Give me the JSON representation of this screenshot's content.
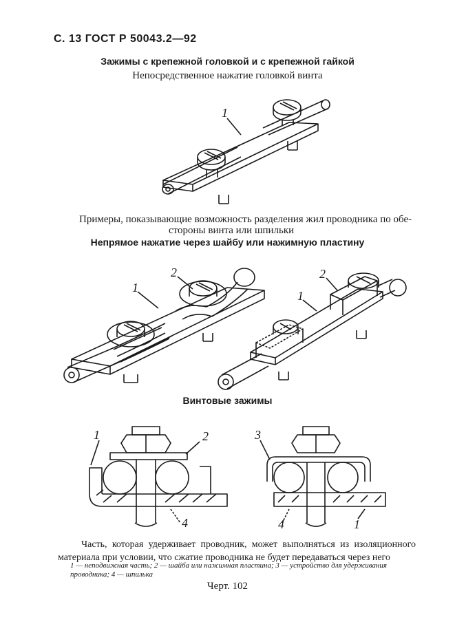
{
  "page": {
    "header": "С. 13 ГОСТ Р 50043.2—92",
    "section_title": "Зажимы с крепежной головкой и с крепежной гайкой",
    "subtitle_direct": "Непосредственное нажатие головкой винта",
    "examples_line1": "Примеры, показывающие возможность разделения жил проводника по обе-",
    "examples_line2": "стороны винта или шпильки",
    "subtitle_indirect": "Непрямое нажатие через шайбу или нажимную пластину",
    "subtitle_screw": "Винтовые зажимы",
    "note": "Часть, которая удерживает проводник, может выполняться из изоляционного материала при условии, что сжатие проводника не будет передаваться через него",
    "legend": "1 — неподвижная часть; 2 — шайба или нажимная пластина; 3 — устройство для удерживания проводника; 4 — шпилька",
    "figure_caption": "Черт. 102"
  },
  "callouts": {
    "n1": "1",
    "n2": "2",
    "n3": "3",
    "n4": "4"
  }
}
